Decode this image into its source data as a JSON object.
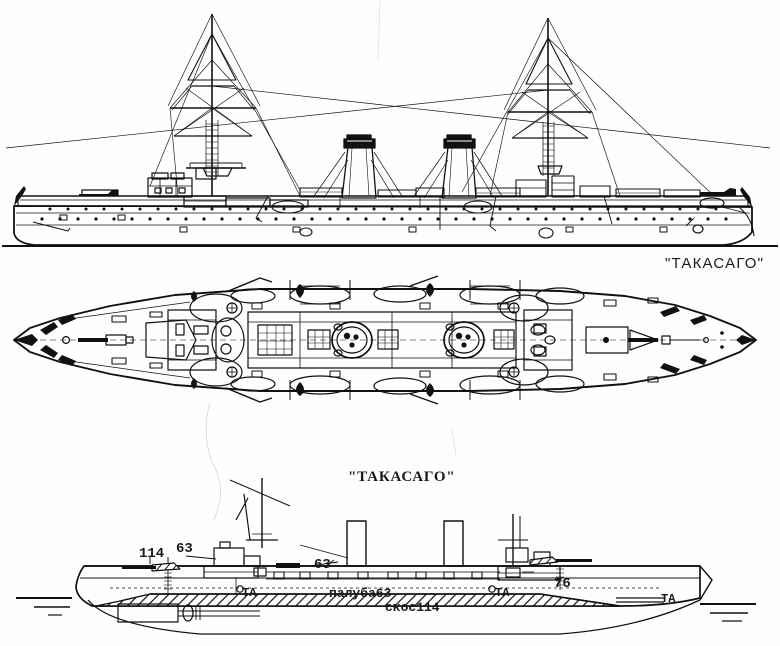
{
  "page": {
    "background_color": "#fefefe",
    "ink_color": "#111111",
    "kind": "ship-line-drawing-plate"
  },
  "titles": {
    "profile_title": "\"ТАКАСАГО\"",
    "section_title": "\"ТАКАСАГО\""
  },
  "views": [
    {
      "id": "side-profile",
      "name": "side-elevation-view"
    },
    {
      "id": "deck-plan",
      "name": "deck-plan-view"
    },
    {
      "id": "armour-section",
      "name": "armour-scheme-view"
    }
  ],
  "annotations": {
    "gun_114_bow": "114",
    "gun_63_fore": "63",
    "gun_63_mid": "63",
    "deck_label": "палуба63",
    "slope_label": "скос114",
    "gun_76_aft": "76",
    "torpedo_fore": "ТА",
    "torpedo_mid": "ТА",
    "torpedo_aft": "ТА"
  }
}
